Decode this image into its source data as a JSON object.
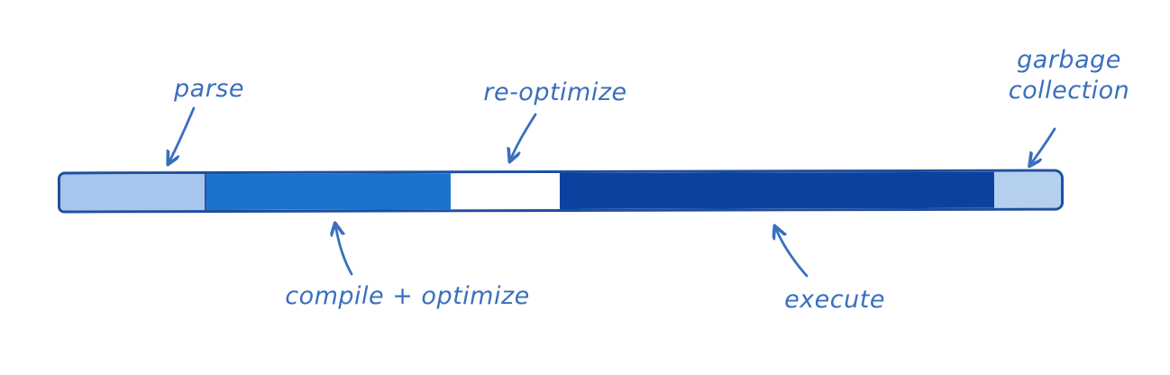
{
  "diagram": {
    "type": "timeline",
    "segments": [
      {
        "label": "parse",
        "color": "#a6c6ed",
        "width_pct": 14.6
      },
      {
        "label": "compile + optimize",
        "color": "#1b73cc",
        "width_pct": 24.4
      },
      {
        "label": "re-optimize",
        "color": "#ffffff",
        "width_pct": 10.9
      },
      {
        "label": "execute",
        "color": "#0c41a0",
        "width_pct": 43.4
      },
      {
        "label": "garbage collection",
        "color": "#b5cfee",
        "width_pct": 6.7
      }
    ],
    "outline_color": "#1d4f9e",
    "text_color": "#3a6fbe",
    "background": "#ffffff"
  }
}
